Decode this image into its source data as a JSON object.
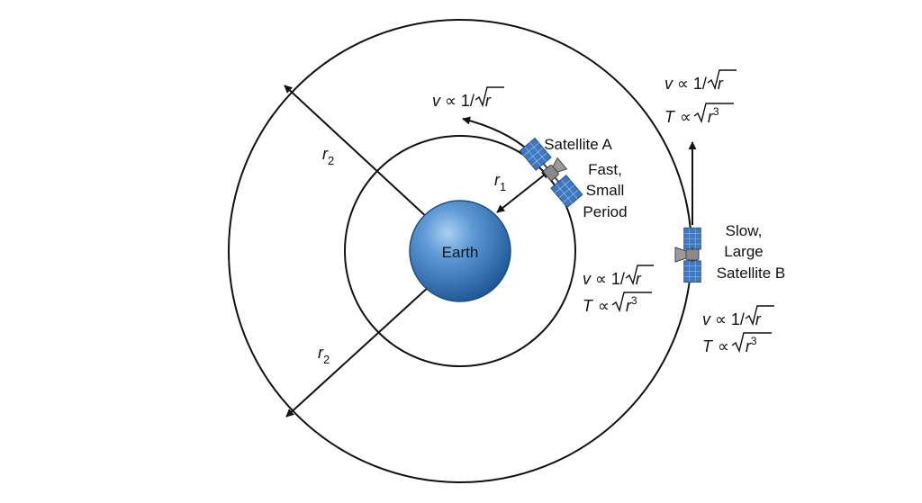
{
  "earth": {
    "label": "Earth"
  },
  "radii": {
    "r_outer_symbol": "r",
    "r_outer_sub": "2",
    "r_inner_symbol": "r",
    "r_inner_sub": "1"
  },
  "satellite_a": {
    "name": "Satellite A",
    "desc1": "Fast,",
    "desc2": "Small",
    "desc3": "Period",
    "velocity": {
      "sym": "v",
      "prop": "∝",
      "num": "1/",
      "var": "r"
    },
    "orbit_labels": {
      "velocity": {
        "sym": "v",
        "prop": "∝",
        "num": "1/",
        "var": "r"
      },
      "period": {
        "sym": "T",
        "prop": "∝",
        "var": "r",
        "exp": "3"
      }
    }
  },
  "satellite_b": {
    "name": "Satellite B",
    "desc1": "Slow,",
    "desc2": "Large",
    "top_labels": {
      "velocity": {
        "sym": "v",
        "prop": "∝",
        "num": "1/",
        "var": "r"
      },
      "period": {
        "sym": "T",
        "prop": "∝",
        "var": "r",
        "exp": "3"
      }
    },
    "bottom_labels": {
      "velocity": {
        "sym": "v",
        "prop": "∝",
        "num": "1/",
        "var": "r"
      },
      "period": {
        "sym": "T",
        "prop": "∝",
        "var": "r",
        "exp": "3"
      }
    }
  },
  "colors": {
    "earth": "#3f7fc4",
    "earth_highlight": "#8fbdea",
    "panel": "#3d78c0",
    "line": "#111111"
  }
}
